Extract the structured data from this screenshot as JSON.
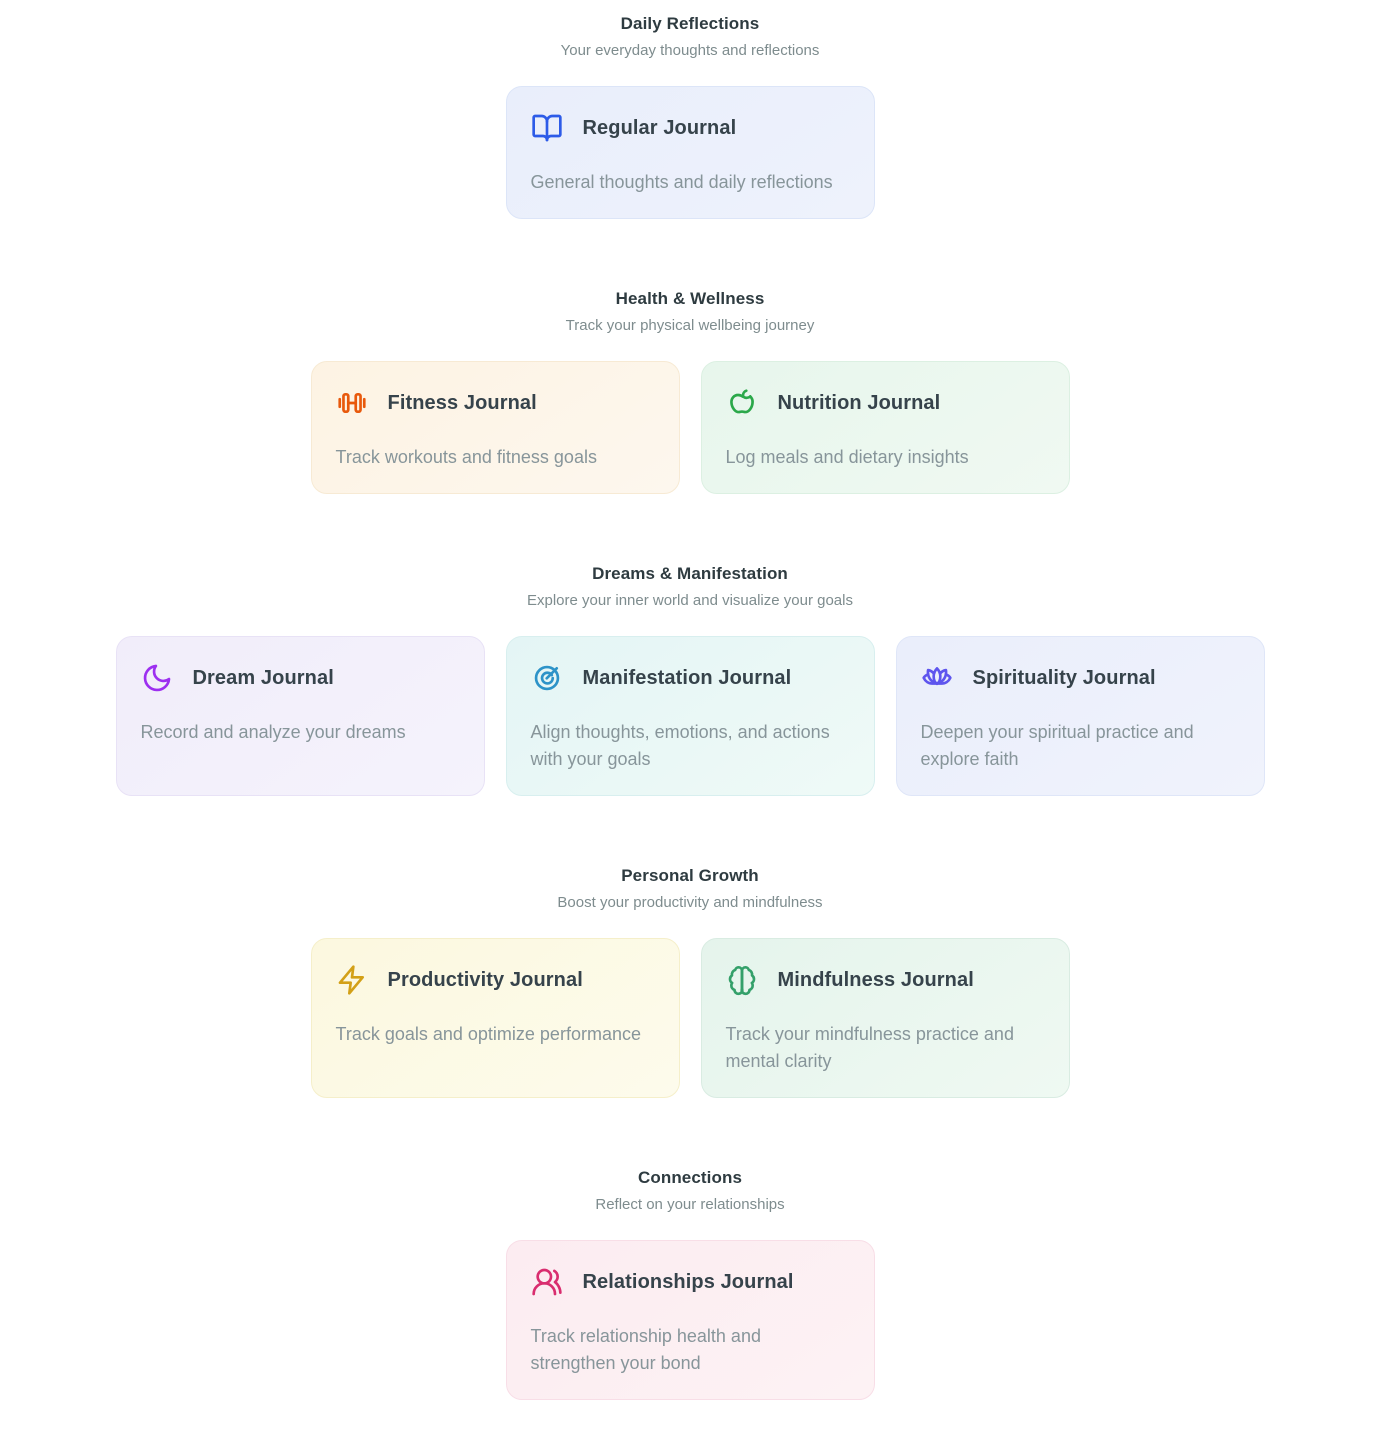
{
  "page": {
    "background": "#ffffff"
  },
  "sections": [
    {
      "title": "Daily Reflections",
      "subtitle": "Your everyday thoughts and reflections",
      "cards": [
        {
          "title": "Regular Journal",
          "description": "General thoughts and daily reflections",
          "icon": "book-open-icon",
          "icon_color": "#2d5be8",
          "bg_start": "#e9eefb",
          "bg_end": "#eef2fc",
          "border": "#dce5f8"
        }
      ]
    },
    {
      "title": "Health & Wellness",
      "subtitle": "Track your physical wellbeing journey",
      "cards": [
        {
          "title": "Fitness Journal",
          "description": "Track workouts and fitness goals",
          "icon": "dumbbell-icon",
          "icon_color": "#e8590c",
          "bg_start": "#fdf3e3",
          "bg_end": "#fdf7ee",
          "border": "#f7ead4"
        },
        {
          "title": "Nutrition Journal",
          "description": "Log meals and dietary insights",
          "icon": "apple-icon",
          "icon_color": "#2ba84a",
          "bg_start": "#e7f6ec",
          "bg_end": "#f0f9f2",
          "border": "#dcf0e2"
        }
      ]
    },
    {
      "title": "Dreams & Manifestation",
      "subtitle": "Explore your inner world and visualize your goals",
      "cards": [
        {
          "title": "Dream Journal",
          "description": "Record and analyze your dreams",
          "icon": "moon-icon",
          "icon_color": "#9d2ff0",
          "bg_start": "#f1edfa",
          "bg_end": "#f5f3fc",
          "border": "#e8e2f6"
        },
        {
          "title": "Manifestation Journal",
          "description": "Align thoughts, emotions, and actions with your goals",
          "icon": "target-check-icon",
          "icon_color": "#2d93c8",
          "bg_start": "#e4f5f5",
          "bg_end": "#effaf7",
          "border": "#d8efef"
        },
        {
          "title": "Spirituality Journal",
          "description": "Deepen your spiritual practice and explore faith",
          "icon": "lotus-icon",
          "icon_color": "#5e55ee",
          "bg_start": "#eaeefb",
          "bg_end": "#f0f3fc",
          "border": "#dfe6f8"
        }
      ]
    },
    {
      "title": "Personal Growth",
      "subtitle": "Boost your productivity and mindfulness",
      "cards": [
        {
          "title": "Productivity Journal",
          "description": "Track goals and optimize performance",
          "icon": "lightning-bolt-icon",
          "icon_color": "#d3a017",
          "bg_start": "#fcf8df",
          "bg_end": "#fdfbec",
          "border": "#f5efca"
        },
        {
          "title": "Mindfulness Journal",
          "description": "Track your mindfulness practice and mental clarity",
          "icon": "brain-icon",
          "icon_color": "#34a06a",
          "bg_start": "#e5f4ec",
          "bg_end": "#eff9f2",
          "border": "#d9ece2"
        }
      ]
    },
    {
      "title": "Connections",
      "subtitle": "Reflect on your relationships",
      "cards": [
        {
          "title": "Relationships Journal",
          "description": "Track relationship health and strengthen your bond",
          "icon": "users-icon",
          "icon_color": "#d92d6f",
          "bg_start": "#fcecf1",
          "bg_end": "#fdf2f4",
          "border": "#f8dee7"
        }
      ]
    }
  ]
}
